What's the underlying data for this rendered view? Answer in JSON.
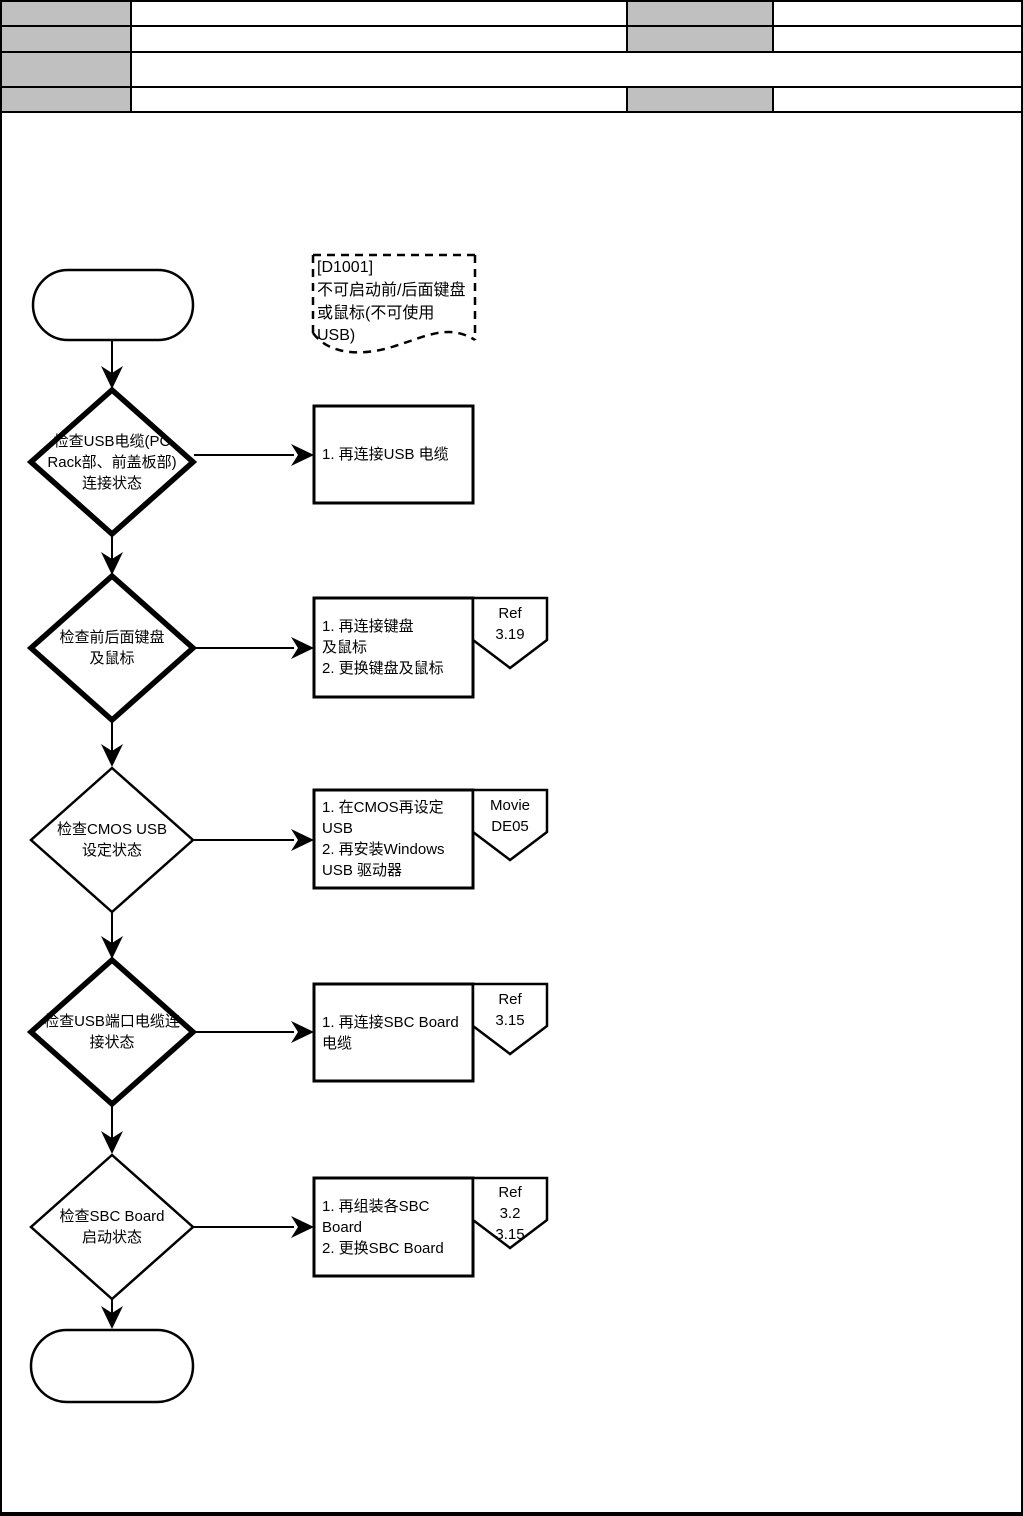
{
  "colors": {
    "line": "#000000",
    "background": "#ffffff",
    "header_cell_gray": "#c0c0c0"
  },
  "note": {
    "text": "[D1001]\n不可启动前/后面键盘\n或鼠标(不可使用\nUSB)"
  },
  "flow": {
    "rows": [
      {
        "question": "检查USB电缆(PC\nRack部、前盖板部)\n连接状态",
        "action": "1. 再连接USB 电缆",
        "flag": ""
      },
      {
        "question": "检查前后面键盘\n及鼠标",
        "action": "1. 再连接键盘\n及鼠标\n2. 更换键盘及鼠标",
        "flag": "Ref\n3.19"
      },
      {
        "question": "检查CMOS USB\n设定状态",
        "action": "1. 在CMOS再设定\nUSB\n2. 再安装Windows\nUSB 驱动器",
        "flag": "Movie\nDE05"
      },
      {
        "question": "检查USB端口电缆连\n接状态",
        "action": "1. 再连接SBC Board\n电缆",
        "flag": "Ref\n3.15"
      },
      {
        "question": "检查SBC Board\n启动状态",
        "action": "1. 再组装各SBC\nBoard\n2. 更换SBC Board",
        "flag": "Ref\n3.2\n3.15"
      }
    ]
  }
}
